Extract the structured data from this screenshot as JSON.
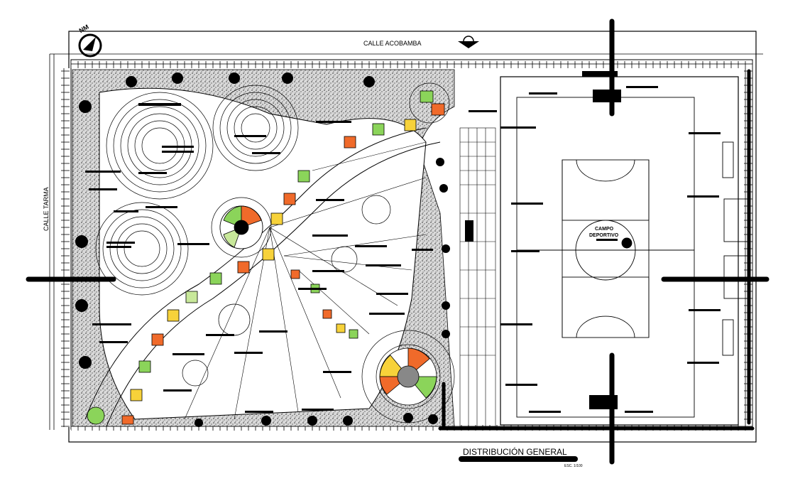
{
  "labels": {
    "street_north": "CALLE ACOBAMBA",
    "street_west": "CALLE TARMA",
    "field_name_line1": "CAMPO",
    "field_name_line2": "DEPORTIVO",
    "sheet_title": "DISTRIBUCIÓN GENERAL",
    "scale": "ESC. 1/100",
    "north_symbol": "NM"
  },
  "colors": {
    "green": "#8bd45a",
    "orange": "#f06a2a",
    "yellow": "#f7d23a",
    "light_green": "#c8e89a",
    "ink": "#000000",
    "gravel": "#bdbdbd"
  }
}
